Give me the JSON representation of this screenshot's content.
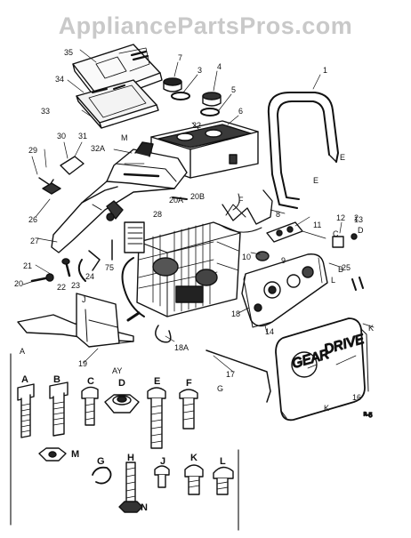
{
  "watermark": "AppliancePartsPros.com",
  "callouts": {
    "c1": "1",
    "c2": "2",
    "c3": "3",
    "c4": "4",
    "c5": "5",
    "c6": "6",
    "c7": "7",
    "c8": "8",
    "c9": "9",
    "c10": "10",
    "c11": "11",
    "c12": "12",
    "c13": "13",
    "c14": "14",
    "c16": "16",
    "c17": "17",
    "c18": "18",
    "c18a": "18A",
    "c19": "19",
    "c20": "20",
    "c20a": "20A",
    "c20b": "20B",
    "c21": "21",
    "c22": "22",
    "c22b": "22",
    "c23": "23",
    "c24": "24",
    "c25": "25",
    "c26": "26",
    "c27": "27",
    "c28": "28",
    "c29": "29",
    "c30": "30",
    "c31": "31",
    "c32a": "32A",
    "c33": "33",
    "c34": "34",
    "c35": "35",
    "c75": "75",
    "lE": "E",
    "lE2": "E",
    "lL": "L",
    "lB": "B",
    "lC": "C",
    "lD": "D",
    "lK": "K",
    "lK2": "K",
    "lM": "M",
    "lA": "A",
    "lJ": "J",
    "lAY": "AY",
    "lF": "F",
    "lG": "G"
  },
  "cover_text": "GEAR DRIVE",
  "hardware": [
    {
      "letter": "A"
    },
    {
      "letter": "B"
    },
    {
      "letter": "C"
    },
    {
      "letter": "D"
    },
    {
      "letter": "E"
    },
    {
      "letter": "F"
    },
    {
      "letter": "G"
    },
    {
      "letter": "H"
    },
    {
      "letter": "J"
    },
    {
      "letter": "K"
    },
    {
      "letter": "L"
    },
    {
      "letter": "M"
    },
    {
      "letter": "N"
    }
  ]
}
